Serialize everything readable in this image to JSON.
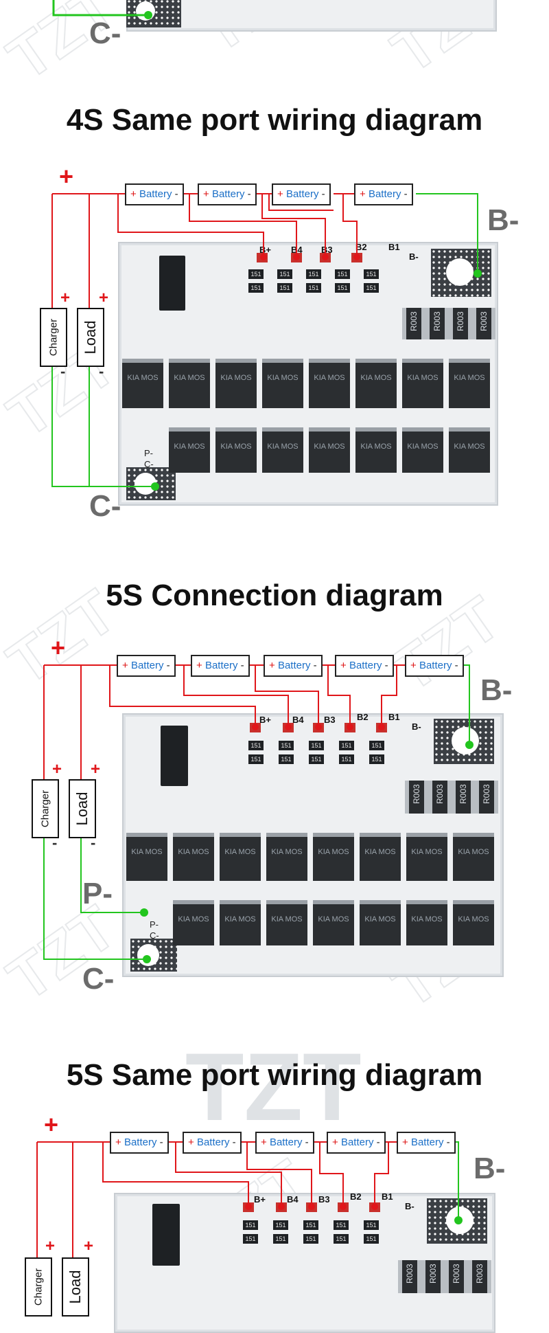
{
  "watermark": "TZT",
  "colors": {
    "positive_wire": "#e0161a",
    "negative_wire": "#22c51e",
    "battery_text": "#1b6fc7",
    "terminal_label": "#6b6b6b"
  },
  "common": {
    "battery_label": "Battery",
    "plus": "+",
    "minus": "-",
    "charger": "Charger",
    "load": "Load",
    "b_minus": "B-",
    "c_minus": "C-",
    "p_minus": "P-",
    "pad_b_plus": "B+",
    "pad_b4": "B4",
    "pad_b3": "B3",
    "pad_b2": "B2",
    "pad_b1": "B1",
    "pad_bm": "B-",
    "pc_p": "P-",
    "pc_c": "C-",
    "chip_151": "151",
    "res_label": "R003",
    "mos_label": "KIA MOS"
  },
  "top_fragment": {
    "c_minus": "C-"
  },
  "sections": [
    {
      "title": "4S Same port wiring diagram"
    },
    {
      "title": "5S Connection diagram"
    },
    {
      "title": "5S Same port wiring diagram"
    }
  ]
}
